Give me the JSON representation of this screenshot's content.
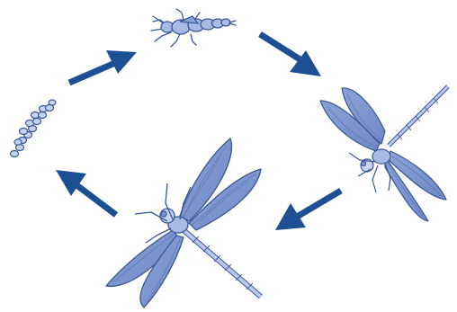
{
  "diagram": {
    "stages": [
      {
        "id": "eggs",
        "icon": "eggs-cluster"
      },
      {
        "id": "nymph",
        "icon": "nymph-insect"
      },
      {
        "id": "emerging-adult",
        "icon": "emerging-dragonfly"
      },
      {
        "id": "adult",
        "icon": "adult-dragonfly"
      }
    ],
    "arrows": [
      {
        "from": "eggs",
        "to": "nymph"
      },
      {
        "from": "nymph",
        "to": "emerging-adult"
      },
      {
        "from": "emerging-adult",
        "to": "adult"
      },
      {
        "from": "adult",
        "to": "eggs"
      }
    ],
    "colors": {
      "arrow": "#1d4f93",
      "fill": "#7f97cf",
      "fill_light": "#a9bbe3",
      "outline": "#3a5896"
    }
  }
}
